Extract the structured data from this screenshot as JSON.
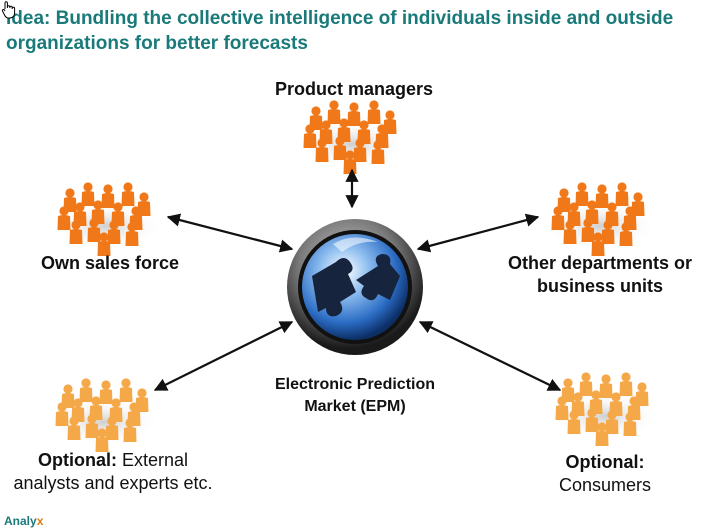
{
  "title": "Idea: Bundling the collective intelligence of individuals inside and outside organizations for better forecasts",
  "center": {
    "line1": "Electronic Prediction",
    "line2": "Market (EPM)"
  },
  "nodes": {
    "product_managers": {
      "label": "Product managers"
    },
    "own_sales_force": {
      "label": "Own sales force"
    },
    "other_departments": {
      "line1": "Other departments or",
      "line2": "business units"
    },
    "external_analysts": {
      "bold": "Optional:",
      "rest": " External",
      "line2": "analysts and experts etc."
    },
    "consumers": {
      "bold": "Optional:",
      "line2": "Consumers"
    }
  },
  "footer": {
    "brand_main": "Analy",
    "brand_accent": "x"
  },
  "colors": {
    "title": "#1a7a7a",
    "group_solid": "#f07818",
    "group_optional": "#f5a848",
    "arrow": "#111111",
    "globe": "#2b6cc4"
  },
  "icons": {
    "cursor": "hand-pointer-icon",
    "center": "puzzle-globe-icon",
    "group": "people-group-icon"
  }
}
